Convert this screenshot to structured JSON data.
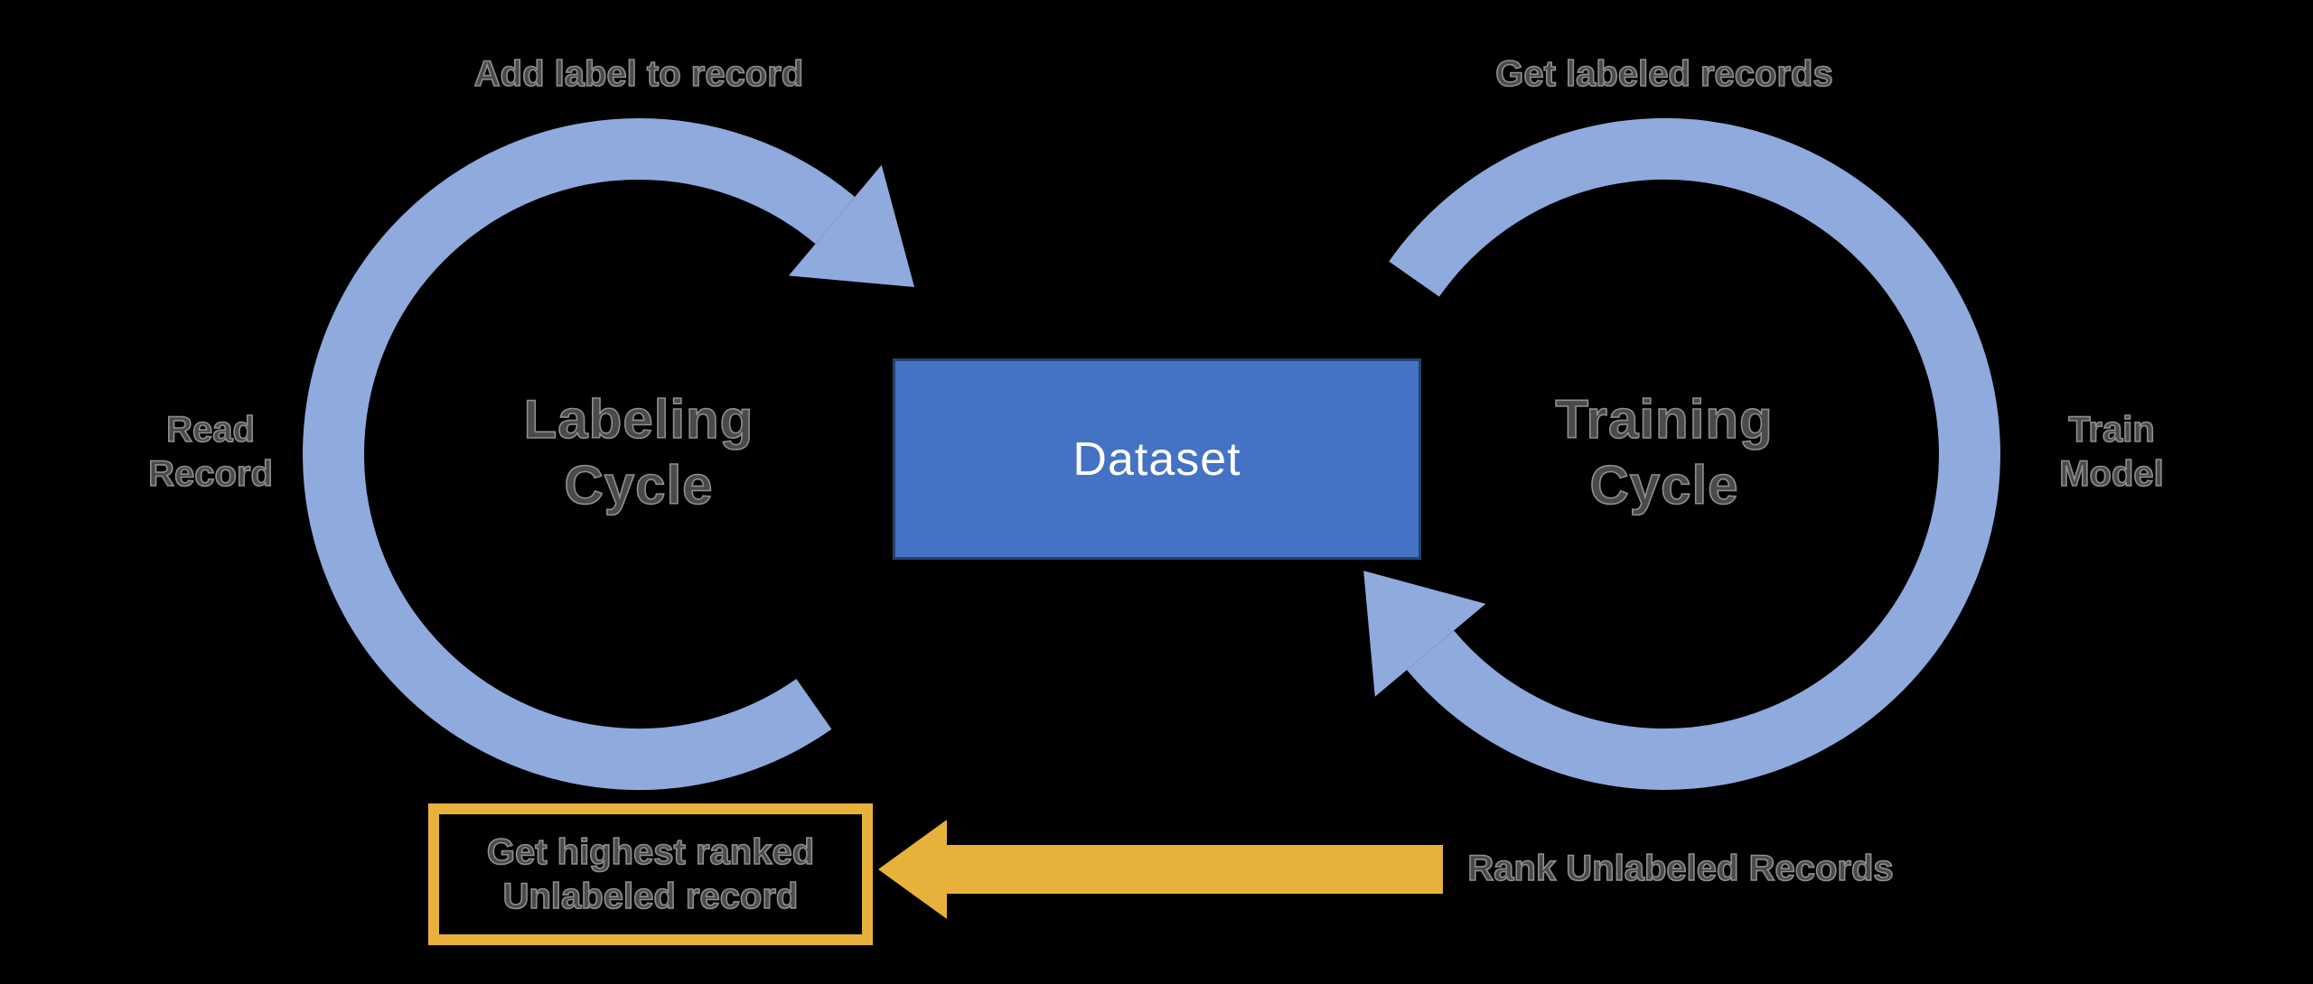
{
  "colors": {
    "background": "#000000",
    "cycle_blue": "#8FAADC",
    "dataset_fill": "#4472C4",
    "dataset_border": "#24426E",
    "gold": "#E7B13C",
    "label_gray": "#4A4A4A",
    "dataset_text": "#FFFFFF"
  },
  "left_cycle": {
    "name_line1": "Labeling",
    "name_line2": "Cycle",
    "top_label": "Add label to record",
    "side_label_line1": "Read",
    "side_label_line2": "Record"
  },
  "right_cycle": {
    "name_line1": "Training",
    "name_line2": "Cycle",
    "top_label": "Get labeled records",
    "side_label_line1": "Train",
    "side_label_line2": "Model"
  },
  "dataset": {
    "label": "Dataset"
  },
  "bottom_flow": {
    "box_line1": "Get highest ranked",
    "box_line2": "Unlabeled record",
    "arrow_label": "Rank Unlabeled Records"
  }
}
